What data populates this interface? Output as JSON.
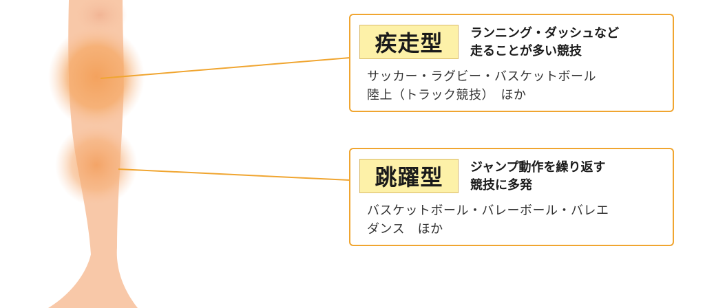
{
  "diagram": {
    "colors": {
      "accent": "#f0a530",
      "badge_fill": "#fdf1a8",
      "skin": "#f8c8a8",
      "highlight": "#f3a05a"
    },
    "muscle_types": [
      {
        "key": "sprint",
        "title": "疾走型",
        "description": [
          "ランニング・ダッシュなど",
          "走ることが多い競技"
        ],
        "sports": [
          "サッカー・ラグビー・バスケットボール",
          "陸上（トラック競技）　ほか"
        ]
      },
      {
        "key": "jump",
        "title": "跳躍型",
        "description": [
          "ジャンプ動作を繰り返す",
          "競技に多発"
        ],
        "sports": [
          "バスケットボール・バレーボール・バレエ",
          "ダンス　ほか"
        ]
      }
    ]
  }
}
